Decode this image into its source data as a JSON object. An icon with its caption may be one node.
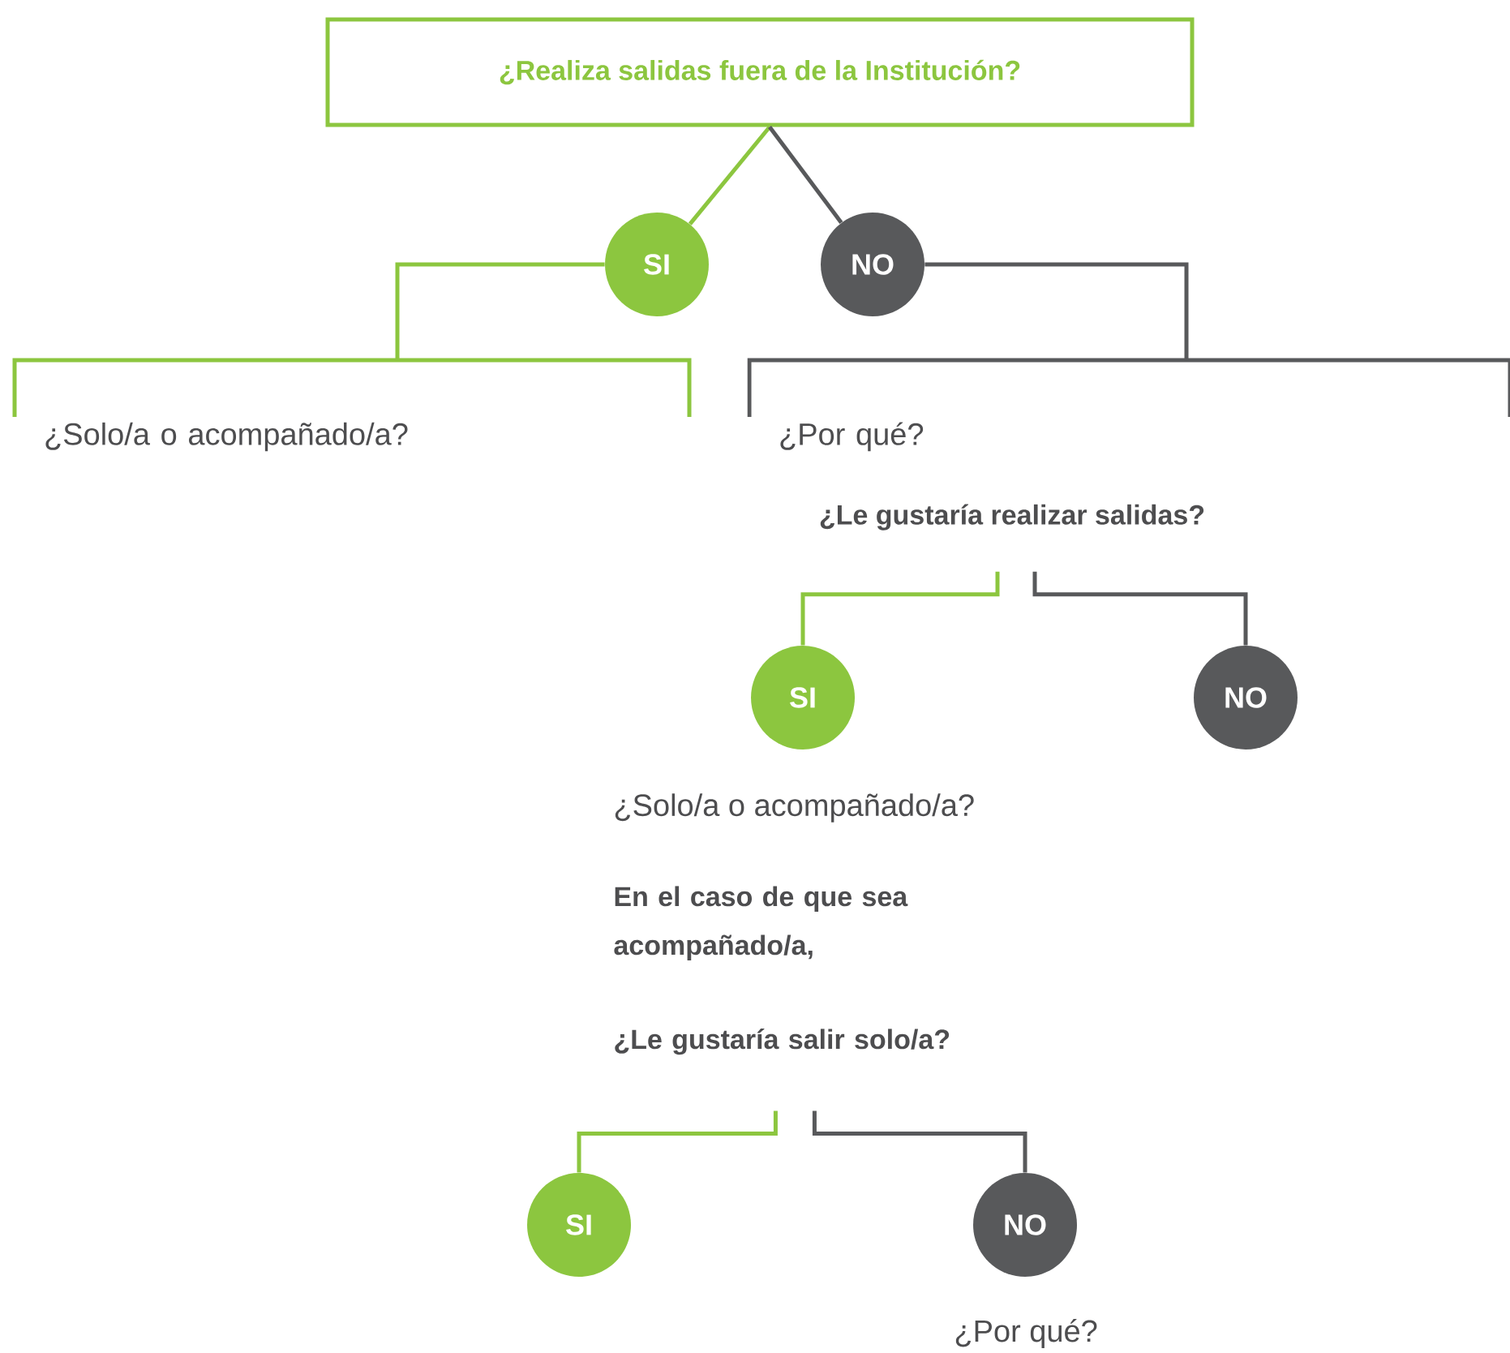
{
  "diagram": {
    "nodes": [
      {
        "text": [
          "¿Realiza salidas fuera de la Institución?"
        ]
      },
      {
        "text": [
          "SI"
        ]
      },
      {
        "text": [
          "NO"
        ]
      },
      {
        "text": [
          "¿Solo/a o acompañado/a?"
        ]
      },
      {
        "text": [
          "¿Por qué?"
        ]
      },
      {
        "text": [
          "¿Le gustaría realizar salidas?"
        ]
      },
      {
        "text": [
          "SI"
        ],
        "beside": [
          "¿Solo/a o acompañado/a?"
        ]
      },
      {
        "text": [
          "NO"
        ]
      },
      {
        "text": [
          "En el caso de que sea acompañado/a,",
          "¿Le gustaría salir solo/a?"
        ]
      },
      {
        "text": [
          "SI"
        ]
      },
      {
        "text": [
          "NO"
        ],
        "beside": [
          "¿Por qué?"
        ]
      }
    ],
    "edges": [
      {
        "from": 0,
        "to": 1,
        "arrow": "none",
        "color": "#8cc63f"
      },
      {
        "from": 0,
        "to": 2,
        "arrow": "none",
        "color": "#58595b"
      },
      {
        "from": 1,
        "to": 3,
        "arrow": "none",
        "color": "#8cc63f"
      },
      {
        "from": 2,
        "to": 4,
        "arrow": "none",
        "color": "#58595b"
      },
      {
        "from": 5,
        "to": 6,
        "arrow": "none",
        "color": "#8cc63f"
      },
      {
        "from": 5,
        "to": 7,
        "arrow": "none",
        "color": "#58595b"
      },
      {
        "from": 8,
        "to": 9,
        "arrow": "none",
        "color": "#8cc63f"
      },
      {
        "from": 8,
        "to": 10,
        "arrow": "none",
        "color": "#58595b"
      }
    ]
  }
}
